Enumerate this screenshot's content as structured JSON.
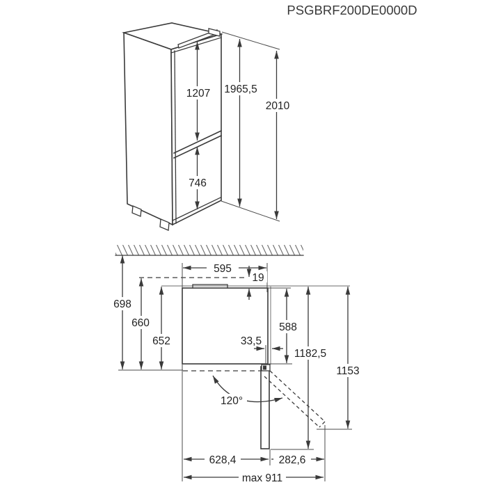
{
  "title": "PSGBRF200DE0000D",
  "colors": {
    "line": "#3a3a3a",
    "aux_gray": "#9b9b9b",
    "background": "#ffffff"
  },
  "front_view": {
    "upper_door_height": "1207",
    "lower_door_height": "746",
    "body_height": "1965,5",
    "total_height": "2010"
  },
  "plan_view": {
    "width": "595",
    "rear_gap": "19",
    "total_depth": "698",
    "depth_incl_door": "660",
    "body_depth": "652",
    "inner_depth": "588",
    "hinge_offset": "33,5",
    "depth_door_open": "1182,5",
    "swing_width": "1153",
    "door_angle": "120°",
    "left_width": "628,4",
    "door_clearance": "282,6",
    "max_width": "max 911"
  }
}
